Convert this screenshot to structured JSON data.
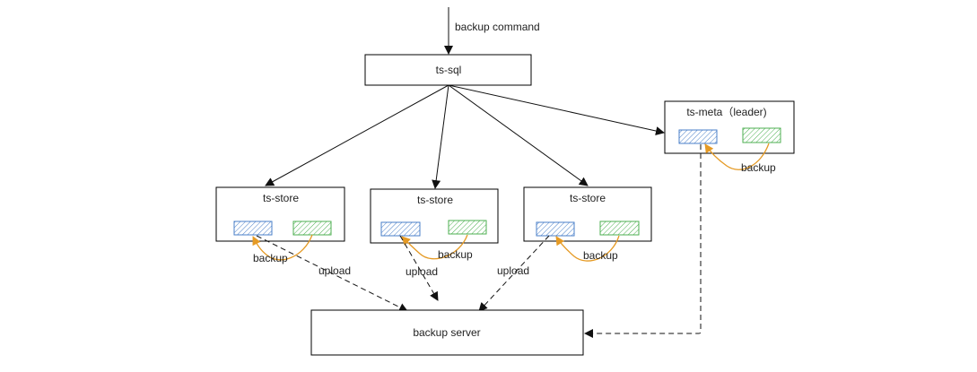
{
  "command_label": "backup command",
  "sql_node": {
    "label": "ts-sql"
  },
  "meta_node": {
    "label": "ts-meta（leader)",
    "backup_label": "backup"
  },
  "store_nodes": [
    {
      "label": "ts-store",
      "backup_label": "backup",
      "upload_label": "upload"
    },
    {
      "label": "ts-store",
      "backup_label": "backup",
      "upload_label": "upload"
    },
    {
      "label": "ts-store",
      "backup_label": "backup",
      "upload_label": "upload"
    }
  ],
  "server_node": {
    "label": "backup server"
  },
  "colors": {
    "blue_block": "#4a7fc8",
    "green_block": "#4caf50",
    "backup_arrow": "#e59a24",
    "line": "#111111"
  }
}
